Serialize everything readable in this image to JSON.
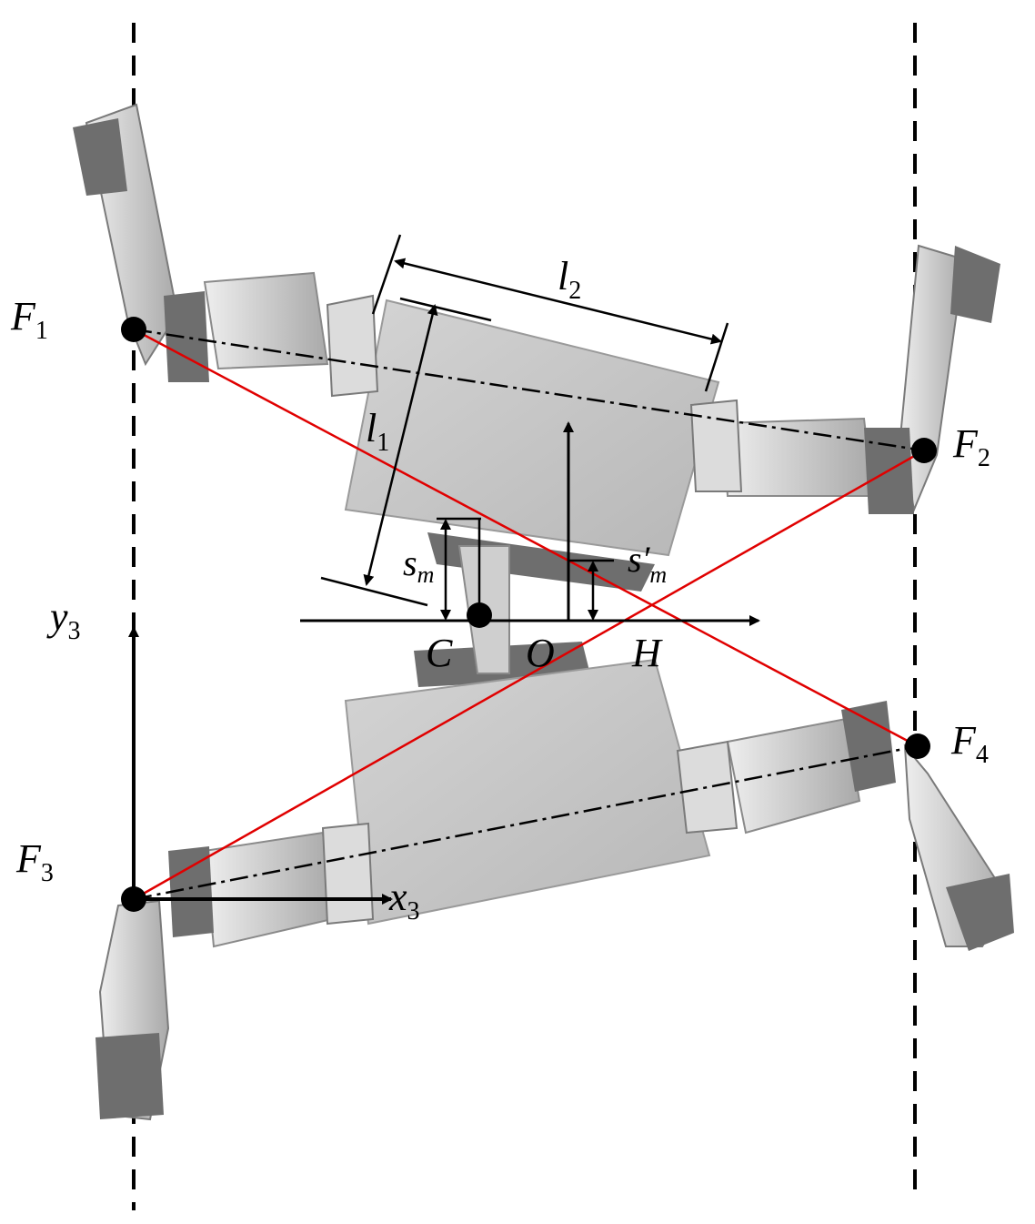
{
  "labels": {
    "F1": {
      "main": "F",
      "sub": "1"
    },
    "F2": {
      "main": "F",
      "sub": "2"
    },
    "F3": {
      "main": "F",
      "sub": "3"
    },
    "F4": {
      "main": "F",
      "sub": "4"
    },
    "l1": {
      "main": "l",
      "sub": "1"
    },
    "l2": {
      "main": "l",
      "sub": "2"
    },
    "sm": {
      "main": "s",
      "sub": "m"
    },
    "sm_prime": {
      "main": "s′",
      "sub": "m"
    },
    "y3": {
      "main": "y",
      "sub": "3"
    },
    "x3": {
      "main": "x",
      "sub": "3"
    },
    "C": "C",
    "O": "O",
    "H": "H"
  },
  "colors": {
    "body": "#c9c9c9",
    "body_dark": "#9a9a9a",
    "joint": "#6e6e6e",
    "diagonal": "#e00000",
    "ink": "#000000"
  }
}
